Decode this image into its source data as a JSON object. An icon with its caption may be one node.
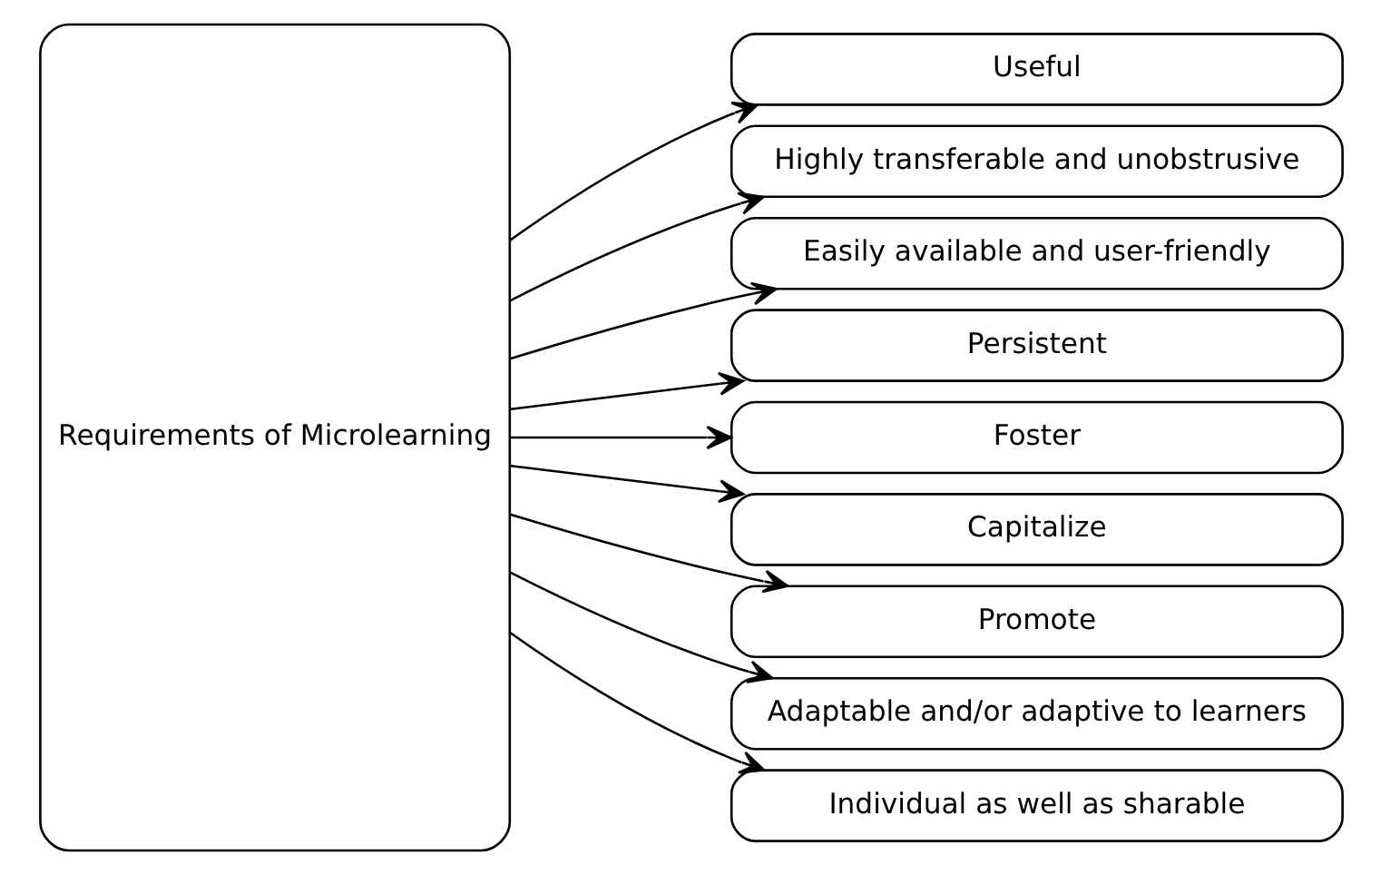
{
  "diagram": {
    "nodes": [
      {
        "text": [
          "Requirements of Microlearning"
        ]
      },
      {
        "text": [
          "Useful"
        ]
      },
      {
        "text": [
          "Highly transferable and unobstrusive"
        ]
      },
      {
        "text": [
          "Easily available and user-friendly"
        ]
      },
      {
        "text": [
          "Persistent"
        ]
      },
      {
        "text": [
          "Foster"
        ]
      },
      {
        "text": [
          "Capitalize"
        ]
      },
      {
        "text": [
          "Promote"
        ]
      },
      {
        "text": [
          "Adaptable and/or adaptive to learners"
        ]
      },
      {
        "text": [
          "Individual as well as sharable"
        ]
      }
    ],
    "edges": [
      {
        "from": 0,
        "to": 1,
        "arrow": "to"
      },
      {
        "from": 0,
        "to": 2,
        "arrow": "to"
      },
      {
        "from": 0,
        "to": 3,
        "arrow": "to"
      },
      {
        "from": 0,
        "to": 4,
        "arrow": "to"
      },
      {
        "from": 0,
        "to": 5,
        "arrow": "to"
      },
      {
        "from": 0,
        "to": 6,
        "arrow": "to"
      },
      {
        "from": 0,
        "to": 7,
        "arrow": "to"
      },
      {
        "from": 0,
        "to": 8,
        "arrow": "to"
      },
      {
        "from": 0,
        "to": 9,
        "arrow": "to"
      }
    ]
  }
}
